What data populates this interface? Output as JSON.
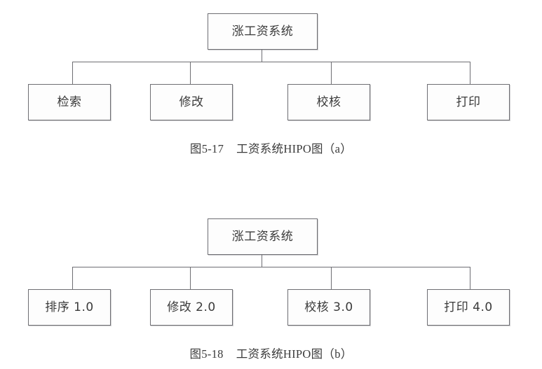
{
  "page": {
    "background": "#ffffff",
    "line_color": "#6e6e73",
    "text_color": "#3a3a3a"
  },
  "figures": [
    {
      "id": "figure-a",
      "root": {
        "label": "涨工资系统"
      },
      "leaves": [
        {
          "label": "检索"
        },
        {
          "label": "修改"
        },
        {
          "label": "校核"
        },
        {
          "label": "打印"
        }
      ],
      "caption": {
        "number": "图5-17",
        "title": "工资系统HIPO图",
        "part": "（a）"
      }
    },
    {
      "id": "figure-b",
      "root": {
        "label": "涨工资系统"
      },
      "leaves": [
        {
          "label": "排序 1.0"
        },
        {
          "label": "修改 2.0"
        },
        {
          "label": "校核 3.0"
        },
        {
          "label": "打印 4.0"
        }
      ],
      "caption": {
        "number": "图5-18",
        "title": "工资系统HIPO图",
        "part": "（b）"
      }
    }
  ]
}
